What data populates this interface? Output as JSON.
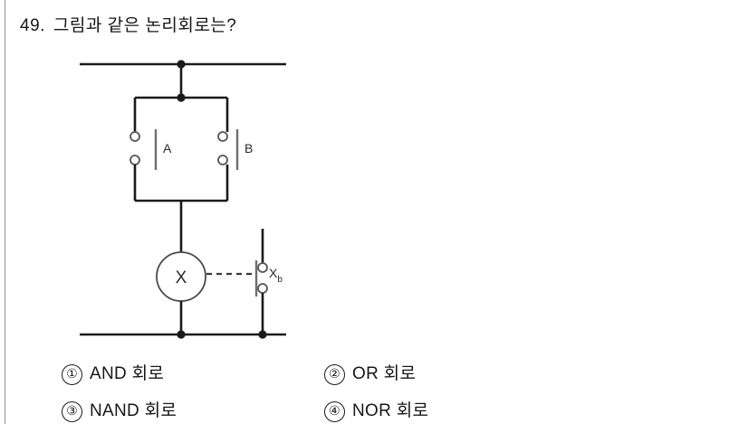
{
  "question": {
    "number": "49.",
    "text": "그림과 같은 논리회로는?"
  },
  "figure": {
    "name": "relay-ladder-logic-circuit",
    "switch_a_label": "A",
    "switch_b_label": "B",
    "coil_label": "X",
    "contact_label": "Xb",
    "contact_label_main": "X",
    "contact_label_sub": "b"
  },
  "options": [
    {
      "marker": "①",
      "label": "AND 회로"
    },
    {
      "marker": "②",
      "label": "OR 회로"
    },
    {
      "marker": "③",
      "label": "NAND 회로"
    },
    {
      "marker": "④",
      "label": "NOR 회로"
    }
  ],
  "colors": {
    "ink": "#1a1a1a",
    "paper": "#ffffff",
    "edge": "#8d8d8d"
  }
}
